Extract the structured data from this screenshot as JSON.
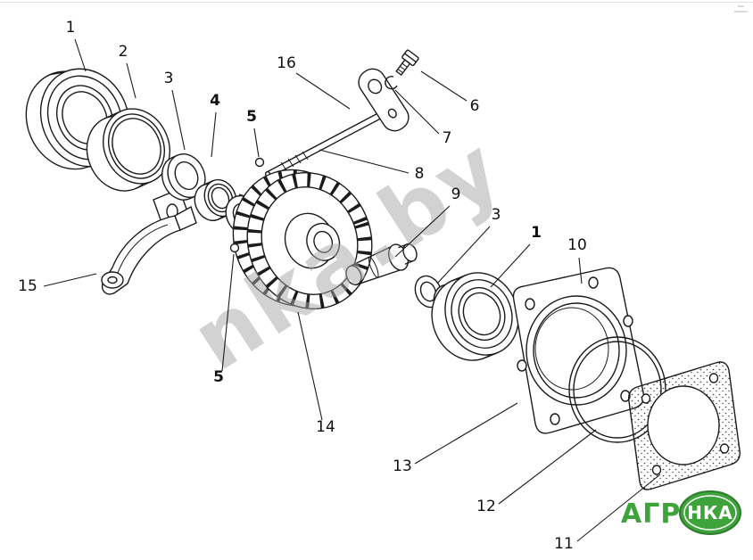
{
  "diagram": {
    "type": "exploded-parts-diagram",
    "callouts": [
      {
        "label": "1"
      },
      {
        "label": "2"
      },
      {
        "label": "3"
      },
      {
        "label": "4"
      },
      {
        "label": "5"
      },
      {
        "label": "16"
      },
      {
        "label": "6"
      },
      {
        "label": "7"
      },
      {
        "label": "8"
      },
      {
        "label": "9"
      },
      {
        "label": "3"
      },
      {
        "label": "1"
      },
      {
        "label": "10"
      },
      {
        "label": "15"
      },
      {
        "label": "5"
      },
      {
        "label": "14"
      },
      {
        "label": "13"
      },
      {
        "label": "12"
      },
      {
        "label": "11"
      }
    ]
  },
  "watermark": {
    "text": "nka.by"
  },
  "logo": {
    "prefix": "АГРО",
    "badge": "НКА"
  },
  "colors": {
    "line": "#1b1b1b",
    "background": "#ffffff",
    "watermark_gray": "#a7a7a7",
    "logo_green": "#3fa33c"
  }
}
